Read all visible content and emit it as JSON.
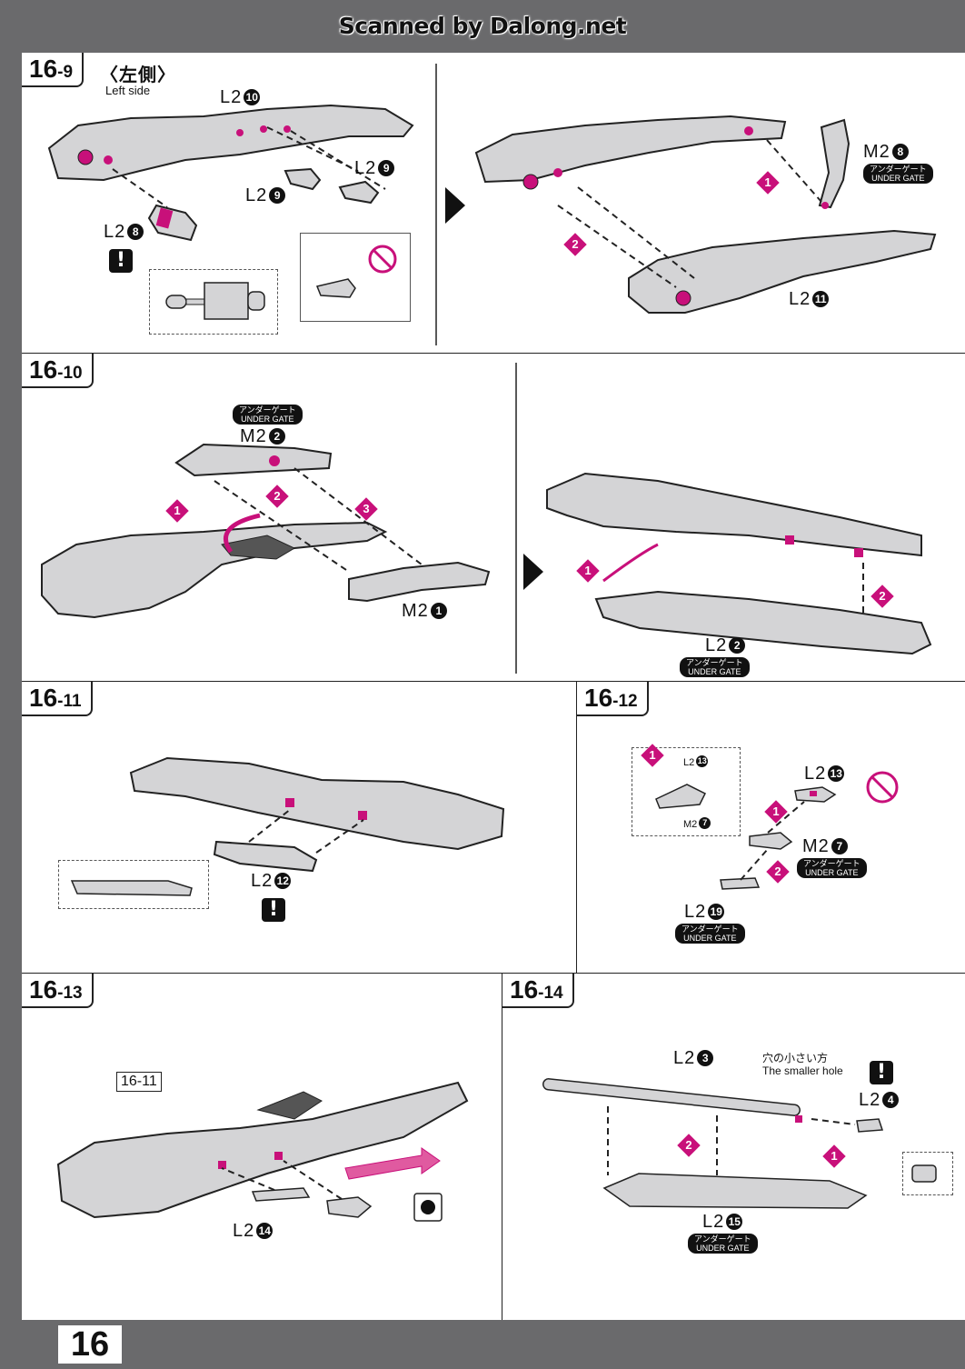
{
  "watermark": "Scanned by Dalong.net",
  "page_number": "16",
  "colors": {
    "accent": "#c8107a",
    "part_fill": "#cfcfd2",
    "outline": "#222222",
    "frame": "#6a6a6c"
  },
  "steps": {
    "s9": {
      "big": "16",
      "small": "-9",
      "side_jp": "〈左側〉",
      "side_en": "Left side",
      "parts": {
        "a": "L2",
        "a_n": "10",
        "b": "L2",
        "b_n": "9",
        "c": "L2",
        "c_n": "9",
        "d": "L2",
        "d_n": "8",
        "e": "M2",
        "e_n": "8",
        "f": "L2",
        "f_n": "11"
      },
      "under_gate": "アンダーゲート\nUNDER GATE",
      "warn": "!",
      "order": [
        "1",
        "2"
      ]
    },
    "s10": {
      "big": "16",
      "small": "-10",
      "parts": {
        "a": "M2",
        "a_n": "2",
        "b": "M2",
        "b_n": "1",
        "c": "L2",
        "c_n": "2"
      },
      "under_gate": "アンダーゲート\nUNDER GATE",
      "order": [
        "1",
        "2",
        "3",
        "1",
        "2"
      ]
    },
    "s11": {
      "big": "16",
      "small": "-11",
      "parts": {
        "a": "L2",
        "a_n": "12"
      },
      "warn": "!"
    },
    "s12": {
      "big": "16",
      "small": "-12",
      "parts": {
        "a": "L2",
        "a_n": "13",
        "b": "M2",
        "b_n": "7",
        "c": "L2",
        "c_n": "19",
        "inset_a": "L2",
        "inset_a_n": "13",
        "inset_b": "M2",
        "inset_b_n": "7"
      },
      "under_gate": "アンダーゲート\nUNDER GATE",
      "order": [
        "1",
        "1",
        "2"
      ]
    },
    "s13": {
      "big": "16",
      "small": "-13",
      "ref": "16-11",
      "parts": {
        "a": "L2",
        "a_n": "14"
      }
    },
    "s14": {
      "big": "16",
      "small": "-14",
      "parts": {
        "a": "L2",
        "a_n": "3",
        "b": "L2",
        "b_n": "4",
        "c": "L2",
        "c_n": "15"
      },
      "note_jp": "穴の小さい方",
      "note_en": "The smaller hole",
      "under_gate": "アンダーゲート\nUNDER GATE",
      "warn": "!",
      "order": [
        "2",
        "1"
      ]
    }
  }
}
